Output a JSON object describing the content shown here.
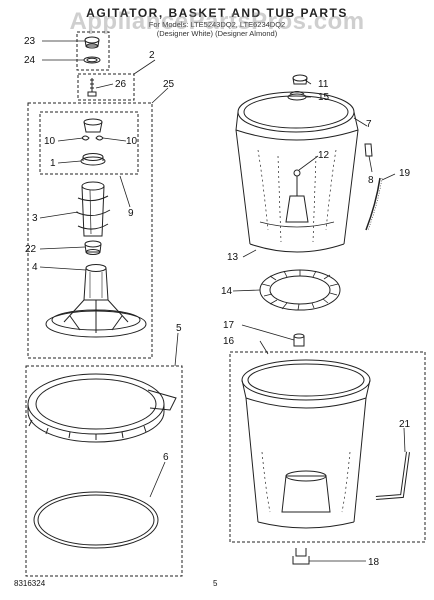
{
  "header": {
    "title": "AGITATOR, BASKET AND TUB PARTS",
    "subtitle_line1": "For Models: LTE5243DQ2, LTE6234DQ2",
    "subtitle_line2": "(Designer White) (Designer Almond)",
    "watermark": "AppliancePartsPros.com"
  },
  "footer": {
    "code": "8316324",
    "page": "5"
  },
  "callouts": [
    "1",
    "2",
    "3",
    "4",
    "5",
    "6",
    "7",
    "8",
    "9",
    "10",
    "10",
    "11",
    "12",
    "13",
    "14",
    "15",
    "16",
    "17",
    "18",
    "19",
    "21",
    "22",
    "23",
    "24",
    "25",
    "26"
  ]
}
